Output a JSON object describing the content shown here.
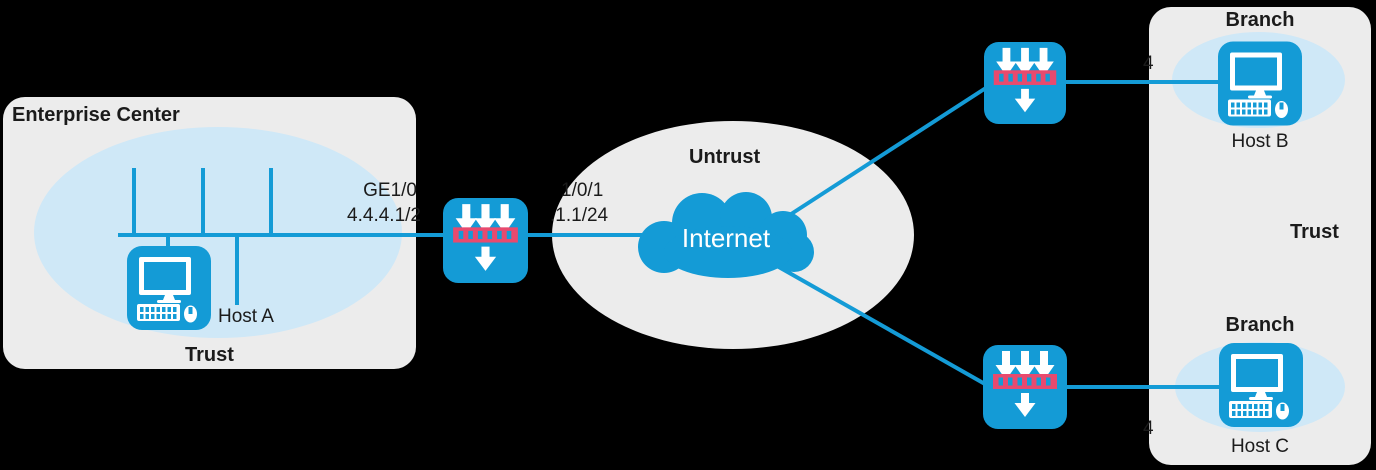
{
  "colors": {
    "background": "#000000",
    "container_gray": "#ececec",
    "zone_ellipse_blue": "#cfe8f7",
    "accent_blue": "#149bd6",
    "firewall_bar_red": "#e84a6e",
    "text_dark": "#1b1b1b",
    "text_white": "#ffffff"
  },
  "zones": {
    "enterprise": {
      "title": "Enterprise Center",
      "zone_label": "Trust",
      "host_label": "Host A"
    },
    "untrust": {
      "zone_label": "Untrust",
      "cloud_label": "Internet"
    },
    "branch_top": {
      "title": "Branch",
      "host_label": "Host B",
      "link_label_fragment": "4"
    },
    "branch_bottom": {
      "title": "Branch",
      "host_label": "Host C",
      "link_label_fragment": "4"
    },
    "right_zone_label": "Trust"
  },
  "interface_labels": {
    "left_firewall_lan_side": [
      "GE1/0",
      "4.4.4.1/2"
    ],
    "left_firewall_wan_side": [
      "1/0/1",
      ".1.1/24"
    ]
  },
  "icons": {
    "firewall": "blue square, three white down-arrows into red slotted bar, one white down-arrow below",
    "host": "blue square with white desktop computer, keyboard and mouse",
    "internet": "blue cloud"
  }
}
